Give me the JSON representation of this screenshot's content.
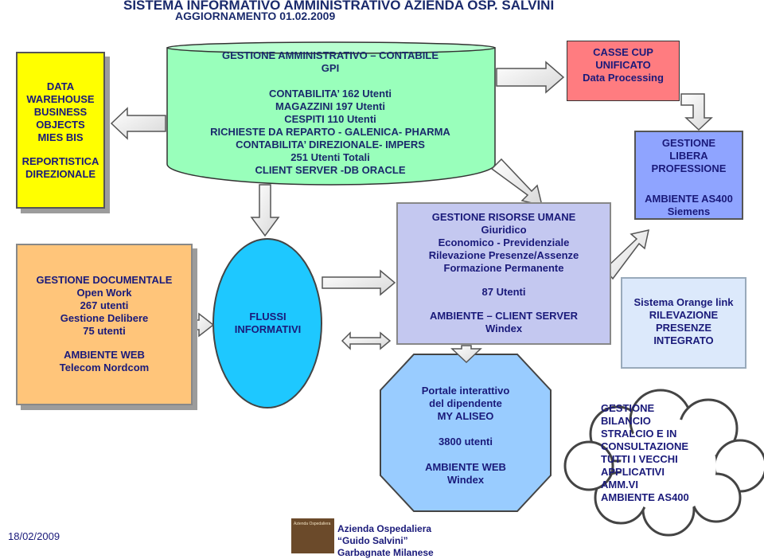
{
  "header": {
    "title": "SISTEMA INFORMATIVO AMMINISTRATIVO AZIENDA OSP. SALVINI",
    "subtitle": "AGGIORNAMENTO 01.02.2009"
  },
  "data_warehouse": {
    "lines": [
      "DATA",
      "WAREHOUSE",
      "BUSINESS",
      "OBJECTS",
      "MIES BIS",
      "",
      "REPORTISTICA",
      "DIREZIONALE"
    ]
  },
  "gestione_amministrativo": {
    "lines": [
      "GESTIONE AMMINISTRATIVO – CONTABILE",
      "GPI",
      "",
      "CONTABILITA’ 162 Utenti",
      "MAGAZZINI 197 Utenti",
      "CESPITI 110 Utenti",
      "RICHIESTE DA REPARTO - GALENICA- PHARMA",
      "CONTABILITA’ DIREZIONALE- IMPERS",
      "251 Utenti Totali",
      "CLIENT SERVER -DB ORACLE"
    ]
  },
  "cassa_cup": {
    "lines": [
      "CASSE CUP",
      "UNIFICATO",
      "Data Processing"
    ]
  },
  "libera_professione": {
    "lines": [
      "GESTIONE",
      "LIBERA",
      "PROFESSIONE",
      "",
      "AMBIENTE AS400",
      "Siemens"
    ]
  },
  "gestione_documentale": {
    "lines": [
      "GESTIONE DOCUMENTALE",
      "Open Work",
      "267 utenti",
      "Gestione Delibere",
      "75 utenti",
      "",
      "AMBIENTE WEB",
      "Telecom Nordcom"
    ]
  },
  "flussi": {
    "lines": [
      "FLUSSI",
      "INFORMATIVI"
    ]
  },
  "risorse_umane": {
    "lines": [
      "GESTIONE RISORSE UMANE",
      "Giuridico",
      "Economico - Previdenziale",
      "Rilevazione Presenze/Assenze",
      "Formazione Permanente",
      "",
      "87 Utenti",
      "",
      "AMBIENTE – CLIENT SERVER",
      "Windex"
    ]
  },
  "rilevazione_presenze": {
    "lines": [
      "Sistema Orange link",
      "RILEVAZIONE",
      "PRESENZE",
      "INTEGRATO"
    ]
  },
  "portale": {
    "lines": [
      "Portale interattivo",
      "del dipendente",
      "MY ALISEO",
      "",
      "3800 utenti",
      "",
      "AMBIENTE WEB",
      "Windex"
    ]
  },
  "bilancio": {
    "lines": [
      "GESTIONE",
      "BILANCIO",
      "STRALCIO  E IN",
      "CONSULTAZIONE",
      "TUTTI I VECCHI",
      "APPLICATIVI",
      "AMM.VI",
      "AMBIENTE AS400"
    ]
  },
  "footer": {
    "date": "18/02/2009",
    "logo_small_text": "Azienda Ospedaliera",
    "org_lines": [
      "Azienda Ospedaliera",
      "“Guido Salvini”",
      "Garbagnate Milanese"
    ]
  },
  "colors": {
    "yellow": "#ffff00",
    "green": "#99ffbb",
    "salmon": "#ff7c80",
    "periwinkle": "#8fa4ff",
    "orange": "#ffc57a",
    "lavender": "#c4c8f0",
    "light_blue": "#dce9fb",
    "sky_blue": "#99ccff",
    "text_navy": "#1a1a7a"
  }
}
